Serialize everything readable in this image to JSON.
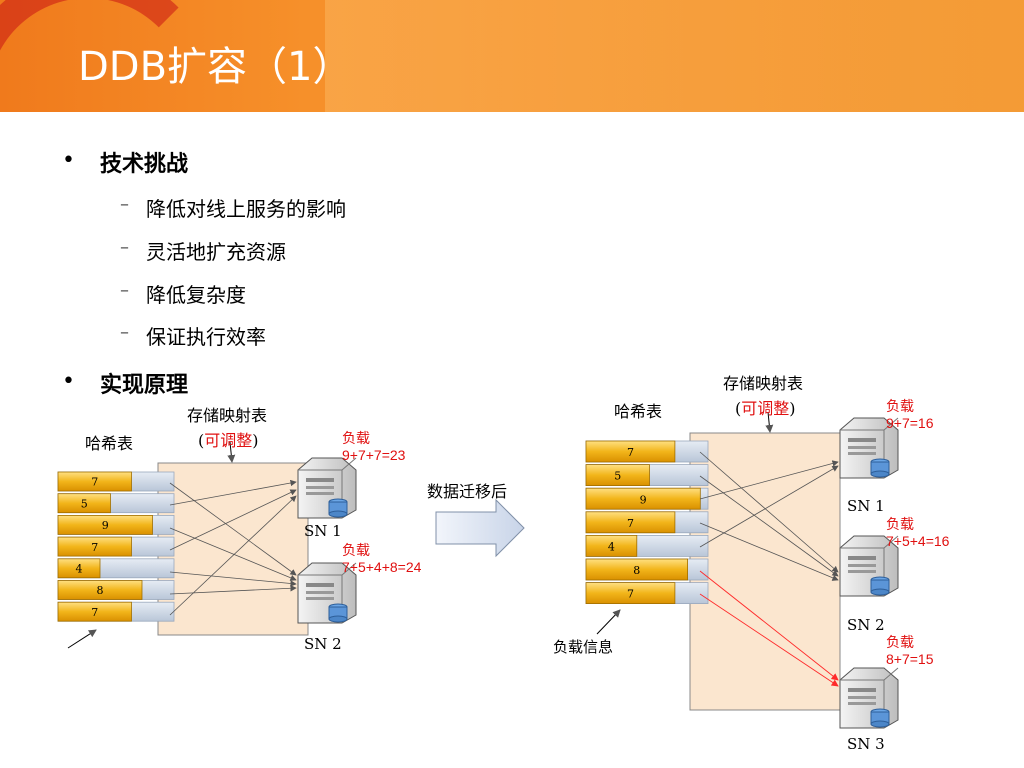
{
  "title": "DDB扩容（1）",
  "bullets": [
    {
      "label": "技术挑战",
      "subs": [
        "降低对线上服务的影响",
        "灵活地扩充资源",
        "降低复杂度",
        "保证执行效率"
      ]
    },
    {
      "label": "实现原理"
    }
  ],
  "dash": "–",
  "dot": "•",
  "before": {
    "hash_label": "哈希表",
    "map_label": "存储映射表",
    "map_adjust": "可调整",
    "values": [
      "7",
      "5",
      "9",
      "7",
      "4",
      "8",
      "7"
    ],
    "sn1": "SN 1",
    "sn2": "SN 2",
    "load1_title": "负载",
    "load1_value": "9+7+7=23",
    "load2_title": "负载",
    "load2_value": "7+5+4+8=24"
  },
  "migration_label": "数据迁移后",
  "after": {
    "hash_label": "哈希表",
    "map_label": "存储映射表",
    "map_adjust": "可调整",
    "values": [
      "7",
      "5",
      "9",
      "7",
      "4",
      "8",
      "7"
    ],
    "load_info_label": "负载信息",
    "sn1": "SN 1",
    "sn2": "SN 2",
    "sn3": "SN 3",
    "load1_title": "负载",
    "load1_value": "9+7=16",
    "load2_title": "负载",
    "load2_value": "7+5+4=16",
    "load3_title": "负载",
    "load3_value": "8+7=15"
  }
}
